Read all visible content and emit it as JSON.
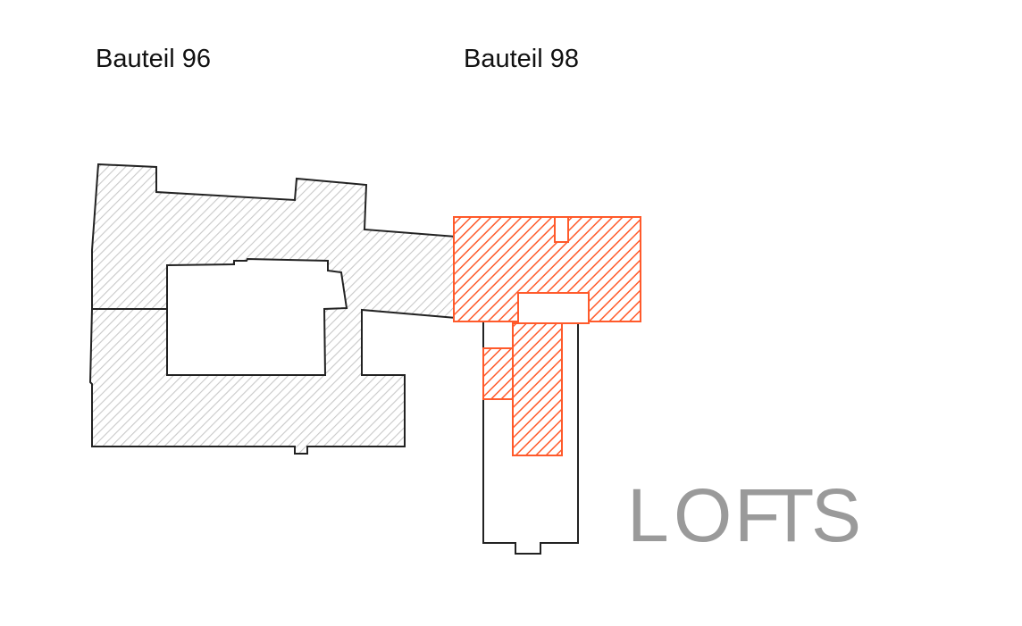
{
  "labels": {
    "building_96": "Bauteil 96",
    "building_98": "Bauteil 98"
  },
  "logo": {
    "text": "LOFTS",
    "letters": [
      "L",
      "O",
      "F",
      "T",
      "S"
    ],
    "color": "#9a9a9a"
  },
  "colors": {
    "building_96_fill": "#d9d9d9",
    "building_98_highlight": "#ff5a2b",
    "outline": "#222222"
  }
}
